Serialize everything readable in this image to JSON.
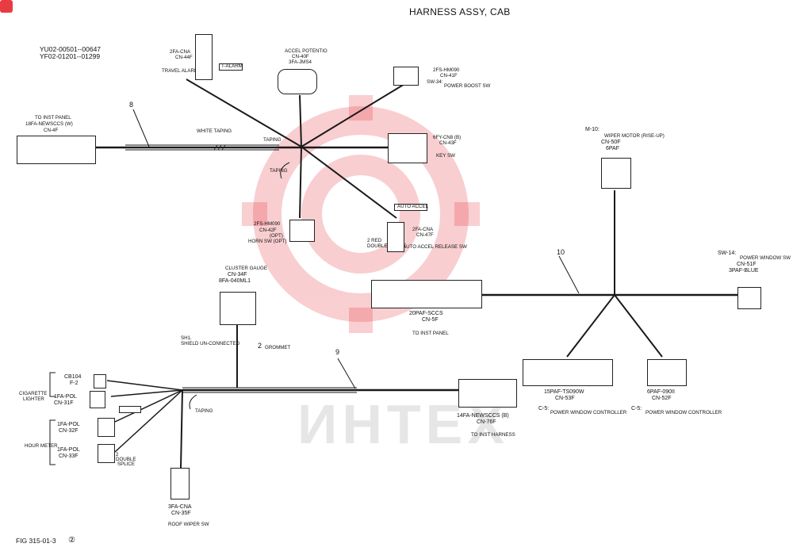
{
  "title": "HARNESS ASSY, CAB",
  "serials": [
    "YU02-00501--00647",
    "YF02-01201--01299"
  ],
  "figure_id": "FIG 315-01-3",
  "watermark": "ИНТЕХ",
  "colors": {
    "ink": "#1a1a1a",
    "watermark_red": "#e5262e"
  },
  "harness_numbers": {
    "h8": "8",
    "h10": "10",
    "h9": "9",
    "h2": "2"
  },
  "labels": {
    "white_taping": "WHITE TAPING",
    "taping_1": "TAPING",
    "taping_2": "TAPING",
    "taping_3": "TAPING",
    "grommet": "GROMMET"
  },
  "connectors": {
    "cn4f": {
      "l1": "TO INST PANEL",
      "l2": "18FA-NEWSCCS (W)",
      "l3": "CN-4F"
    },
    "cn44f": {
      "l1": "2FA-CNA",
      "l2": "CN-44F",
      "desc": "TRAVEL ALARM SW",
      "tag": "T-ALARM"
    },
    "cn40f": {
      "l1": "ACCEL POTENTIO",
      "l2": "CN-40F",
      "l3": "3FA-JMS4"
    },
    "cn41f": {
      "l1": "2FS-HM090",
      "l2": "CN-41F",
      "l3": "SW-34:",
      "desc": "POWER BOOST SW"
    },
    "cn43f": {
      "l1": "6FY-CN8 (B)",
      "l2": "CN-43F",
      "desc": "KEY SW"
    },
    "cn42f": {
      "l1": "2FS-HM090",
      "l2": "CN-42F",
      "opt": "(OPT)",
      "desc": "HORN SW (OPT)"
    },
    "cn47f": {
      "l1": "2FA-CNA",
      "l2": "CN-47F",
      "tag": "AUTO ACCEL",
      "note1": "2 RED",
      "note2": "DOUBLE SPLICE",
      "desc": "AUTO ACCEL RELEASE SW"
    },
    "cn50f": {
      "l1": "M-10:",
      "l2": "WIPER MOTOR (RISE-UP)",
      "l3": "CN-50F",
      "l4": "6PAF"
    },
    "cn34f": {
      "l1": "CLUSTER GAUGE",
      "l2": "CN-34F",
      "l3": "8FA-040ML1"
    },
    "cn5f": {
      "l1": "20PAF-SCCS",
      "l2": "CN-5F",
      "desc": "TO INST PANEL"
    },
    "cn51f": {
      "l1": "SW-14:",
      "l2": "POWER WINDOW SW",
      "l3": "CN-51F",
      "l4": "3PAF-BLUE"
    },
    "shield": {
      "l1": "SH1.",
      "l2": "SHIELD UN-CONNECTED"
    },
    "cb104": {
      "l1": "CB104",
      "l2": "F-2"
    },
    "cn31f": {
      "l1": "CIGARETTE",
      "l2": "LIGHTER",
      "l3": "1FA-POL",
      "l4": "CN-31F"
    },
    "cn32f": {
      "l1": "1FA-POL",
      "l2": "CN-32F",
      "desc": "HOUR METER"
    },
    "cn33f": {
      "l1": "1FA-POL",
      "l2": "CN-33F",
      "note1": "2",
      "note2": "DOUBLE",
      "note3": "SPLICE"
    },
    "cn76f": {
      "l1": "14FA-NEWSCCS (B)",
      "l2": "CN-76F",
      "desc": "TO INST HARNESS"
    },
    "cn53f": {
      "l1": "15PAF-TS090W",
      "l2": "CN-53F",
      "l3": "C-5:",
      "desc": "POWER WINDOW CONTROLLER"
    },
    "cn52f": {
      "l1": "6PAF-090II",
      "l2": "CN-52F",
      "l3": "C-5:",
      "desc": "POWER WINDOW CONTROLLER"
    },
    "cn35f": {
      "l1": "3FA-CNA",
      "l2": "CN-35F",
      "desc": "ROOF WIPER SW"
    }
  }
}
